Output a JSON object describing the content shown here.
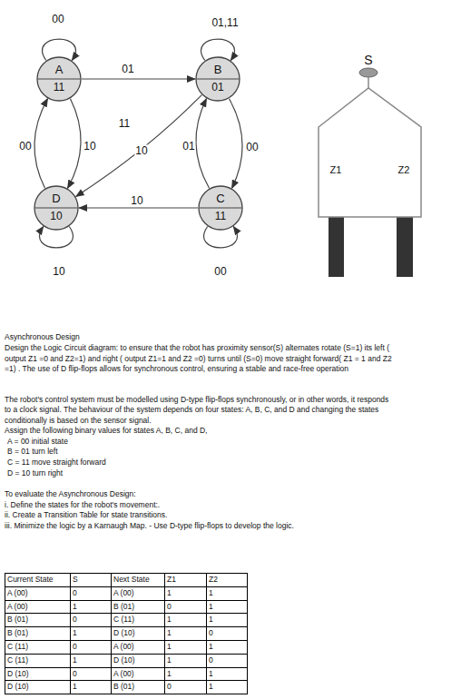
{
  "diagram": {
    "nodes": [
      {
        "text": [
          "A",
          "11"
        ]
      },
      {
        "text": [
          "B",
          "01"
        ]
      },
      {
        "text": [
          "C",
          "11"
        ]
      },
      {
        "text": [
          "D",
          "10"
        ]
      },
      {
        "text": [
          "Z1",
          "Z2"
        ]
      }
    ],
    "edges": [
      {
        "from": 0,
        "to": 0,
        "label": "00",
        "arrow": "to"
      },
      {
        "from": 0,
        "to": 1,
        "label": "01",
        "arrow": "to"
      },
      {
        "from": 0,
        "to": 3,
        "label": "10",
        "arrow": "to"
      },
      {
        "from": 3,
        "to": 0,
        "label": "00",
        "arrow": "to"
      },
      {
        "from": 1,
        "to": 1,
        "label": "01,11",
        "arrow": "to"
      },
      {
        "from": 1,
        "to": 3,
        "label": "10",
        "arrow": "to"
      },
      {
        "from": 1,
        "to": 2,
        "label": "00",
        "arrow": "to"
      },
      {
        "from": 2,
        "to": 1,
        "label": "01",
        "arrow": "to"
      },
      {
        "from": 2,
        "to": 3,
        "label": "10",
        "arrow": "to"
      },
      {
        "from": 2,
        "to": 2,
        "label": "00",
        "arrow": "to"
      },
      {
        "from": 3,
        "to": 3,
        "label": "10",
        "arrow": "to"
      }
    ],
    "labels": [
      "11",
      "S",
      "Asynchronous Design",
      "Design the Logic Circuit diagram: to ensure that the robot has proximity sensor(S) alternates rotate (S=1) its left (",
      "output Z1 =0 and Z2=1) and right ( output Z1=1 and Z2 =0) turns until (S=0) move straight forward( Z1 = 1 and Z2",
      "=1) . The use of D flip-flops allows for synchronous control, ensuring a stable and race-free operation",
      "The robot's control system must be modelled using D-type flip-flops synchronously, or in other words, it responds",
      "to a clock signal. The behaviour of the system depends on four states: A, B, C, and D and changing the states",
      "conditionally is based on the sensor signal.",
      "Assign the following binary values for states A, B, C, and D,",
      "A = 00 initial state",
      "B = 01 turn left",
      "C = 11 move straight forward",
      "D = 10 turn right",
      "To evaluate the Asynchronous Design:",
      "i. Define the states for the robot's movement:.",
      "ii. Create a Transition Table for state transitions.",
      "iii. Minimize the logic by a Karnaugh Map. - Use D-type flip-flops to develop the logic.",
      "Current State",
      "S",
      "Next State",
      "Z1",
      "Z2",
      "A (00)",
      "0",
      "A (00)",
      "1",
      "1",
      "A (00)",
      "1",
      "B (01)",
      "0",
      "1",
      "B (01)",
      "0",
      "C (11)",
      "1",
      "1",
      "B (01)",
      "1",
      "D (10)",
      "1",
      "0",
      "C (11)",
      "0",
      "A (00)",
      "1",
      "1",
      "C (11)",
      "1",
      "D (10)",
      "1",
      "0",
      "D (10)",
      "0",
      "A (00)",
      "1",
      "1",
      "D (10)",
      "1",
      "B (01)",
      "0",
      "1"
    ]
  }
}
